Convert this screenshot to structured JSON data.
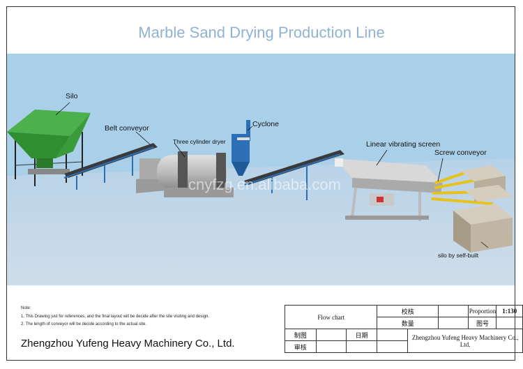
{
  "title": "Marble Sand Drying Production Line",
  "labels": {
    "silo": "Silo",
    "belt_conveyor": "Belt conveyor",
    "three_cylinder_dryer": "Three cylinder dryer",
    "cyclone": "Cyclone",
    "linear_vibrating_screen": "Linear vibrating screen",
    "screw_conveyor": "Screw conveyor",
    "silo_self_built": "silo by self-built"
  },
  "watermark": "cnyfzg.en.alibaba.com",
  "notes": {
    "heading": "Note:",
    "line1": "1. This Drawing just for references, and the final layout will be decide after the site visiting and design.",
    "line2": "2. The length of conveyor will be decide according to the actual site."
  },
  "company": "Zhengzhou Yufeng Heavy Machinery Co., Ltd.",
  "title_block": {
    "flow_chart": "Flow chart",
    "check": "校核",
    "proportion_label": "Proportion",
    "proportion_value": "1:130",
    "quantity": "数量",
    "drawing_no": "图号",
    "drawn": "制图",
    "date": "日期",
    "review": "审核",
    "company": "Zhengzhou Yufeng Heavy Machinery Co., Ltd."
  },
  "colors": {
    "sky": "#a9cfe9",
    "floor": "#c5d6e5",
    "silo_green": "#3a9b3a",
    "machine_grey": "#b9b9b9",
    "blue": "#2c6fb5",
    "yellow": "#e8c21a",
    "title_blue": "#8fb2d6"
  }
}
